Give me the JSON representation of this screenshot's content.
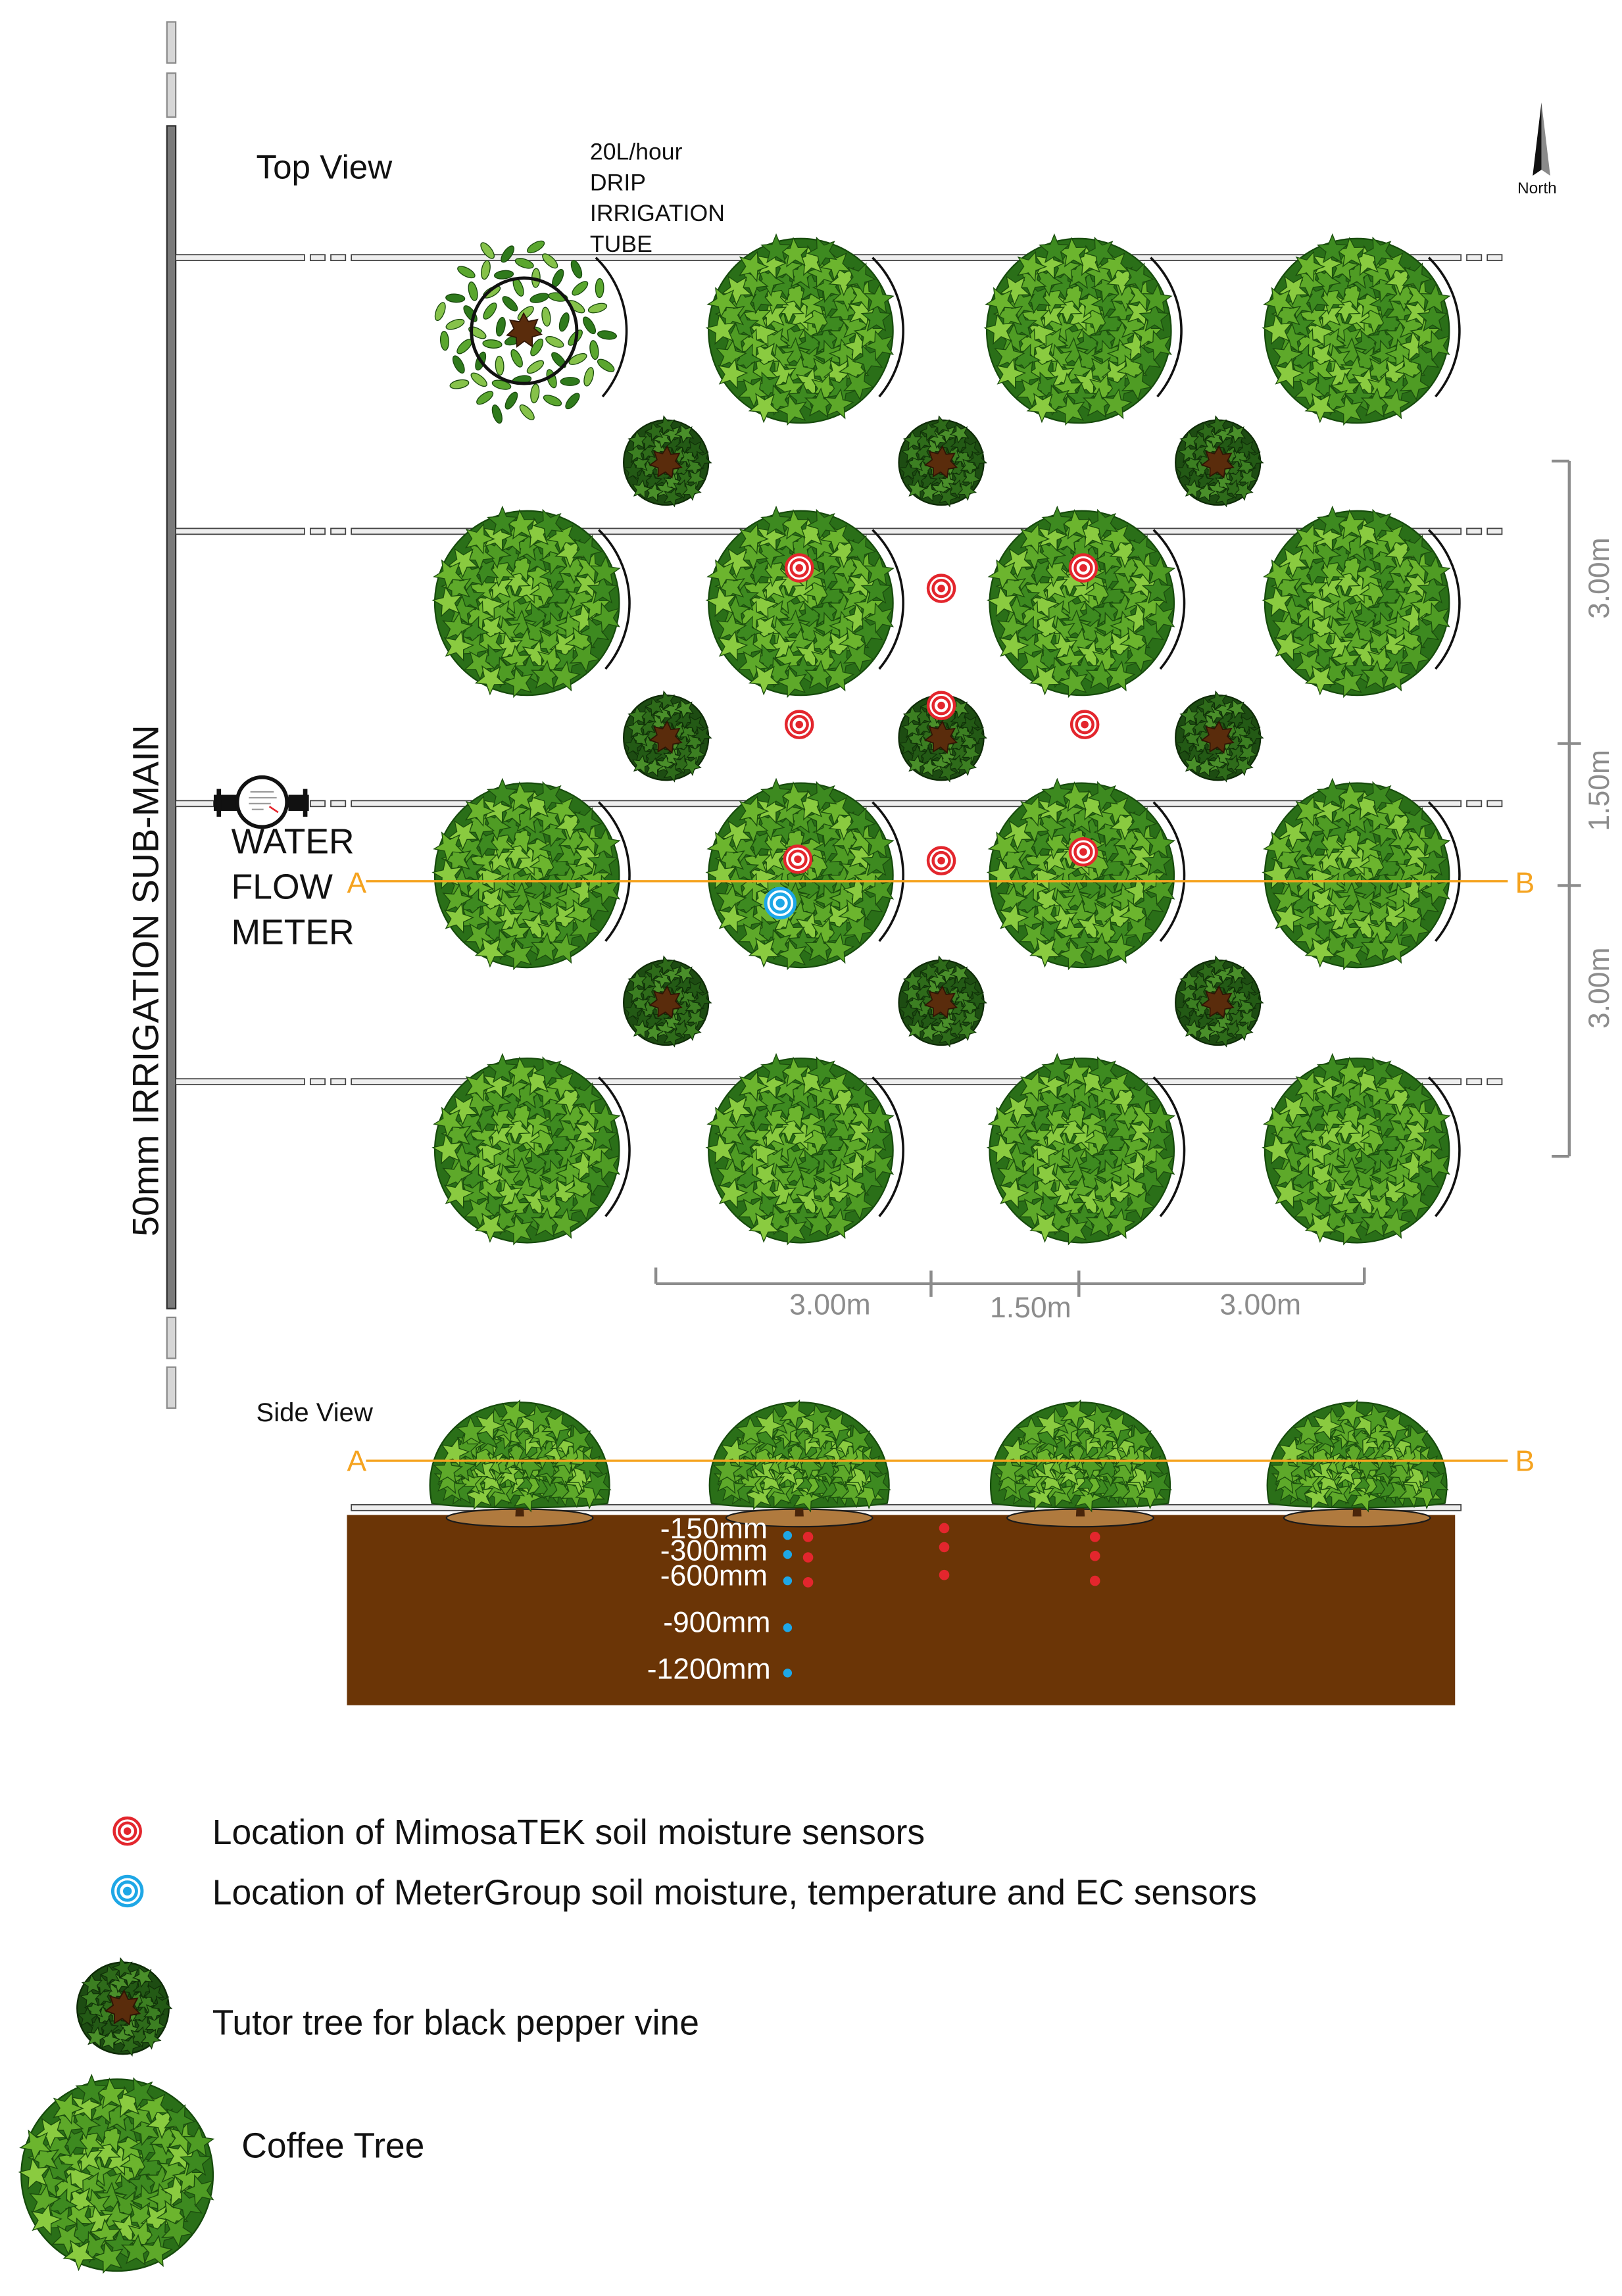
{
  "top_view": {
    "heading": "Top View",
    "sub_main_label": "50mm IRRIGATION SUB-MAIN",
    "drip_tube_label": [
      "20L/hour",
      "DRIP",
      "IRRIGATION",
      "TUBE"
    ],
    "north_label": "North",
    "flow_meter_label": [
      "WATER",
      "FLOW",
      "METER"
    ],
    "section_start": "A",
    "section_end": "B",
    "row_spacing": [
      "3.00m",
      "1.50m",
      "3.00m"
    ],
    "column_spacing": [
      "3.00m",
      "1.50m",
      "3.00m"
    ]
  },
  "side_view": {
    "heading": "Side View",
    "section_start": "A",
    "section_end": "B",
    "sensor_depths": [
      "-150mm",
      "-300mm",
      "-600mm",
      "-900mm",
      "-1200mm"
    ]
  },
  "legend": [
    {
      "icon": "mimosatek-sensor-icon",
      "label": "Location of MimosaTEK soil moisture sensors"
    },
    {
      "icon": "metergroup-sensor-icon",
      "label": "Location of MeterGroup soil moisture, temperature and EC sensors"
    },
    {
      "icon": "tutor-tree-icon",
      "label": "Tutor tree for black pepper vine"
    },
    {
      "icon": "coffee-tree-icon",
      "label": "Coffee Tree"
    }
  ],
  "colors": {
    "mimosatek_sensor": "#e3262d",
    "metergroup_sensor": "#1ea7e6",
    "section_line": "#f5a31f",
    "soil": "#6b3506",
    "dimension": "#8c8c8c",
    "coffee_canopy": "#2a6f18"
  }
}
